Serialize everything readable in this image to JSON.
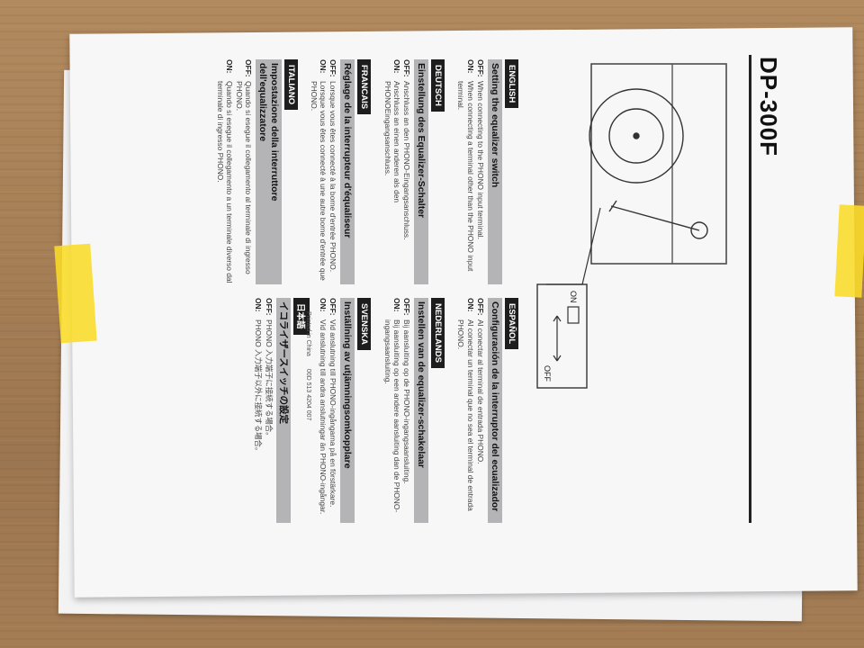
{
  "document": {
    "model": "DP-300F",
    "switch_figure": {
      "on": "ON",
      "off": "OFF"
    },
    "sections": [
      {
        "lang": "ENGLISH",
        "heading": "Setting the equalizer switch",
        "off_label": "OFF:",
        "off_text": "When connecting to the PHONO input terminal.",
        "on_label": "ON:",
        "on_text": "When connecting a terminal other than the PHONO input terminal."
      },
      {
        "lang": "DEUTSCH",
        "heading": "Einstellung des Equalizer-Schalter",
        "off_label": "OFF:",
        "off_text": "Anschluss an den PHONO-Eingangsanschluss.",
        "on_label": "ON:",
        "on_text": "Anschluss an einen anderen als den PHONOEingangsanschluss."
      },
      {
        "lang": "FRANCAIS",
        "heading": "Réglage de la interrupteur d'équaliseur",
        "off_label": "OFF:",
        "off_text": "Lorsque vous êtes connecté à la borne d'entrée PHONO.",
        "on_label": "ON:",
        "on_text": "Lorsque vous êtes connecté à une autre borne d'entrée que PHONO."
      },
      {
        "lang": "ITALIANO",
        "heading": "Impostazione della interruttore dell'equalizzatore",
        "off_label": "OFF:",
        "off_text": "Quando si esegue il collegamento al terminale di ingresso PHONO.",
        "on_label": "ON:",
        "on_text": "Quando si esegue il collegamento a un terminale diverso dal terminale di ingresso PHONO."
      },
      {
        "lang": "ESPAÑOL",
        "heading": "Configuración de la interruptor del ecualizador",
        "off_label": "OFF:",
        "off_text": "Al conectar al terminal de entrada PHONO.",
        "on_label": "ON:",
        "on_text": "Al conectar un terminal que no sea el terminal de entrada PHONO."
      },
      {
        "lang": "NEDERLANDS",
        "heading": "Instellen van de equalizer-schakelaar",
        "off_label": "OFF:",
        "off_text": "Bij aansluiting op de PHONO-ingangsaansluiting.",
        "on_label": "ON:",
        "on_text": "Bij aansluiting op een andere aansluiting dan de PHONO-ingangsaansluiting."
      },
      {
        "lang": "SVENSKA",
        "heading": "Inställning av utjämningsomkopplare",
        "off_label": "OFF:",
        "off_text": "Vid anslutning till PHONO-ingångarna på en förstärkare.",
        "on_label": "ON:",
        "on_text": "Vid anslutning till andra anslutningar än PHONO-ingångar."
      },
      {
        "lang": "日本語",
        "heading": "イコライザースイッチの設定",
        "off_label": "OFF:",
        "off_text": "PHONO 入力端子に接続する場合。",
        "on_label": "ON:",
        "on_text": "PHONO 入力端子以外に接続する場合。"
      }
    ],
    "footer": {
      "printed": "Printed in China",
      "code": "00D 513 4204 007"
    }
  },
  "colors": {
    "tape": "#fadc28",
    "heading_bar": "#b4b4b6",
    "lang_tag": "#1d1d1d",
    "paper": "#f7f7f8"
  }
}
